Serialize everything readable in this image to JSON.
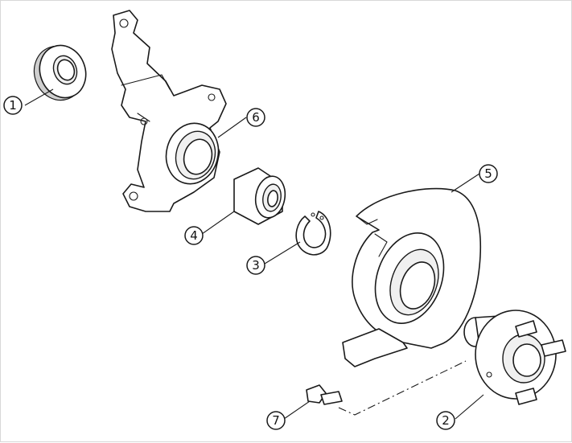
{
  "callouts": [
    {
      "id": "c1",
      "number": "1"
    },
    {
      "id": "c2",
      "number": "2"
    },
    {
      "id": "c3",
      "number": "3"
    },
    {
      "id": "c4",
      "number": "4"
    },
    {
      "id": "c5",
      "number": "5"
    },
    {
      "id": "c6",
      "number": "6"
    },
    {
      "id": "c7",
      "number": "7"
    }
  ]
}
